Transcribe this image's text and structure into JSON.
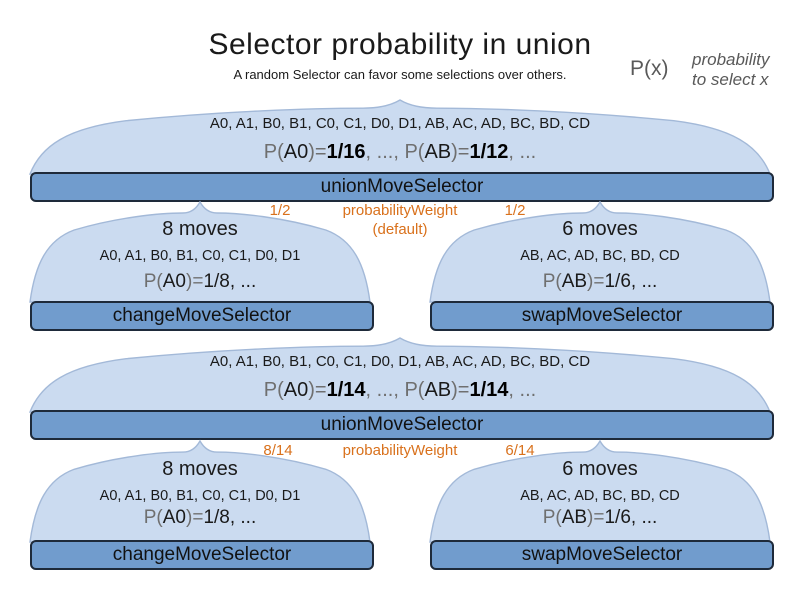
{
  "title": "Selector probability in union",
  "subtitle": "A random Selector can favor some selections over others.",
  "legend": {
    "symbol": "P(x)",
    "description_line1": "probability",
    "description_line2": "to select x"
  },
  "colors": {
    "cloud_fill": "#cbdbf0",
    "cloud_border": "#a3b9d8",
    "bar_fill": "#719ccd",
    "bar_border": "#1e2a3a",
    "orange_accent": "#d9711c",
    "gray_text": "#6f6f6f"
  },
  "sections": [
    {
      "union": {
        "moves_list": "A0, A1, B0, B1, C0, C1, D0, D1, AB, AC, AD, BC, BD, CD",
        "prob": {
          "pre1": "P(",
          "var1": "A0",
          "eq1": ")=",
          "frac1": "1/16",
          "sep": ", ..., ",
          "pre2": "P(",
          "var2": "AB",
          "eq2": ")=",
          "frac2": "1/12",
          "end": ", ..."
        },
        "bar_label": "unionMoveSelector"
      },
      "weights": {
        "left": "1/2",
        "label": "probabilityWeight",
        "note": "(default)",
        "right": "1/2"
      },
      "children": [
        {
          "moves_count": "8 moves",
          "moves_list": "A0, A1, B0, B1, C0, C1, D0, D1",
          "prob": {
            "pre": "P(",
            "var": "A0",
            "eq": ")=",
            "rest": "1/8, ..."
          },
          "bar_label": "changeMoveSelector"
        },
        {
          "moves_count": "6 moves",
          "moves_list": "AB, AC, AD, BC, BD, CD",
          "prob": {
            "pre": "P(",
            "var": "AB",
            "eq": ")=",
            "rest": "1/6, ..."
          },
          "bar_label": "swapMoveSelector"
        }
      ]
    },
    {
      "union": {
        "moves_list": "A0, A1, B0, B1, C0, C1, D0, D1, AB, AC, AD, BC, BD, CD",
        "prob": {
          "pre1": "P(",
          "var1": "A0",
          "eq1": ")=",
          "frac1": "1/14",
          "sep": ", ..., ",
          "pre2": "P(",
          "var2": "AB",
          "eq2": ")=",
          "frac2": "1/14",
          "end": ", ..."
        },
        "bar_label": "unionMoveSelector"
      },
      "weights": {
        "left": "8/14",
        "label": "probabilityWeight",
        "note": "",
        "right": "6/14"
      },
      "children": [
        {
          "moves_count": "8 moves",
          "moves_list": "A0, A1, B0, B1, C0, C1, D0, D1",
          "prob": {
            "pre": "P(",
            "var": "A0",
            "eq": ")=",
            "rest": "1/8, ..."
          },
          "bar_label": "changeMoveSelector"
        },
        {
          "moves_count": "6 moves",
          "moves_list": "AB, AC, AD, BC, BD, CD",
          "prob": {
            "pre": "P(",
            "var": "AB",
            "eq": ")=",
            "rest": "1/6, ..."
          },
          "bar_label": "swapMoveSelector"
        }
      ]
    }
  ]
}
